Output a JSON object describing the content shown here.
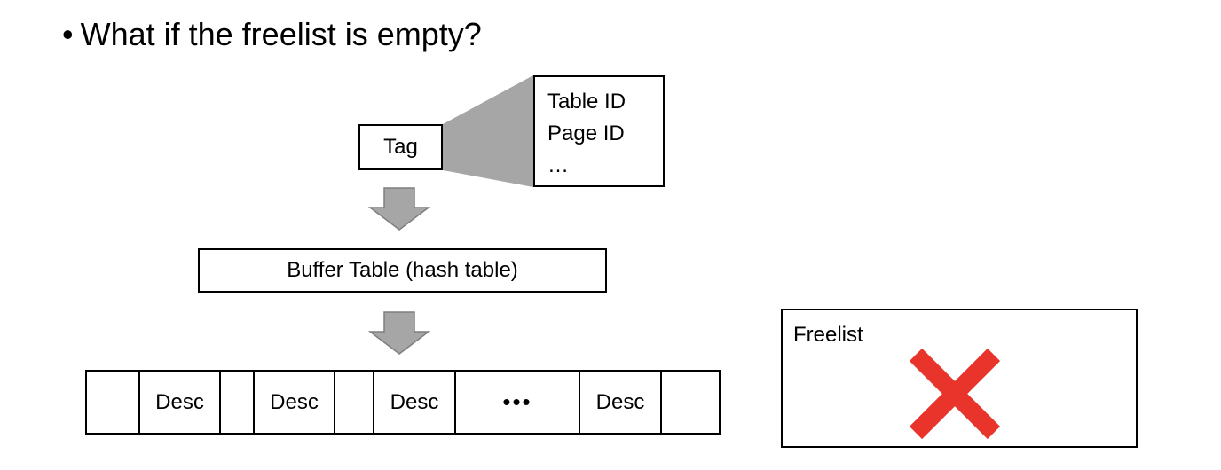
{
  "heading": {
    "bullet": "•",
    "text": "What if the freelist is empty?"
  },
  "tag": {
    "label": "Tag",
    "fields": [
      "Table  ID",
      "Page  ID",
      "…"
    ]
  },
  "buffer_table": {
    "label": "Buffer  Table  (hash  table)"
  },
  "descriptors": {
    "cells": [
      "",
      "Desc",
      "",
      "Desc",
      "",
      "Desc",
      "•••",
      "Desc",
      ""
    ]
  },
  "freelist": {
    "label": "Freelist",
    "status_icon": "x-mark-icon",
    "status_color": "#e8342a"
  },
  "colors": {
    "arrow": "#a6a6a6",
    "arrow_stroke": "#7f7f7f",
    "callout": "#a6a6a6"
  }
}
